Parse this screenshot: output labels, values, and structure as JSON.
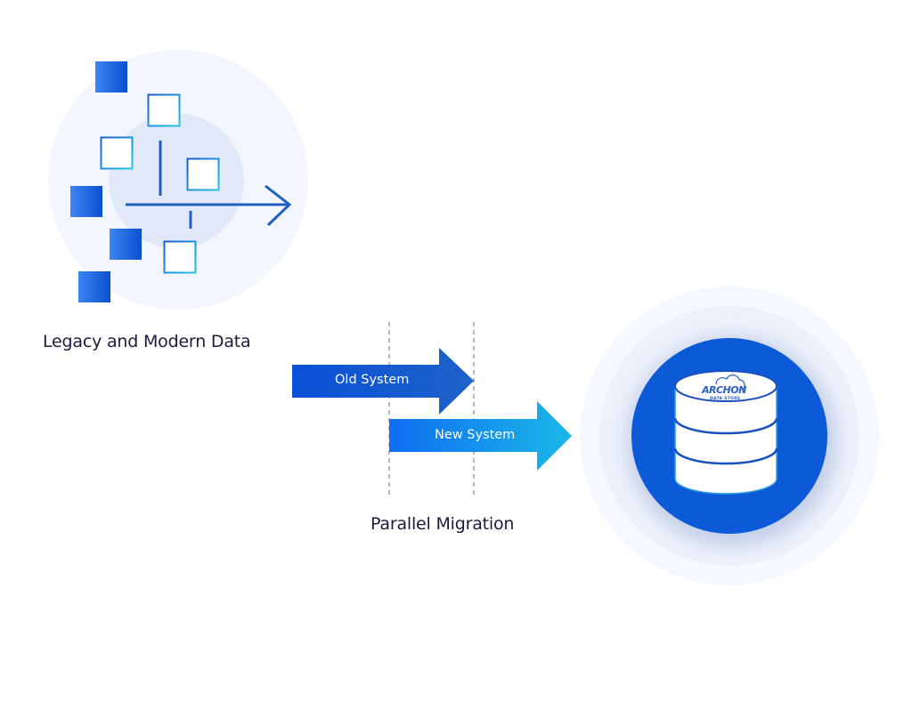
{
  "diagram": {
    "source_group": {
      "label": "Legacy and Modern Data",
      "icon": "data-flow-arrow-icon"
    },
    "migration": {
      "label": "Parallel Migration",
      "arrows": [
        {
          "label": "Old System",
          "gradient_start": "#0a4fd6",
          "gradient_end": "#1e63c9"
        },
        {
          "label": "New System",
          "gradient_start": "#0d6ef0",
          "gradient_end": "#1bb8e8"
        }
      ]
    },
    "target": {
      "icon": "database-icon",
      "logo_text": "ARCHON",
      "logo_subtext": "DATA STORE"
    },
    "colors": {
      "primary_blue": "#0a5bd8",
      "accent_cyan": "#1bb8e8",
      "text_dark": "#1b1c3d",
      "halo": "#e8eefb"
    }
  }
}
